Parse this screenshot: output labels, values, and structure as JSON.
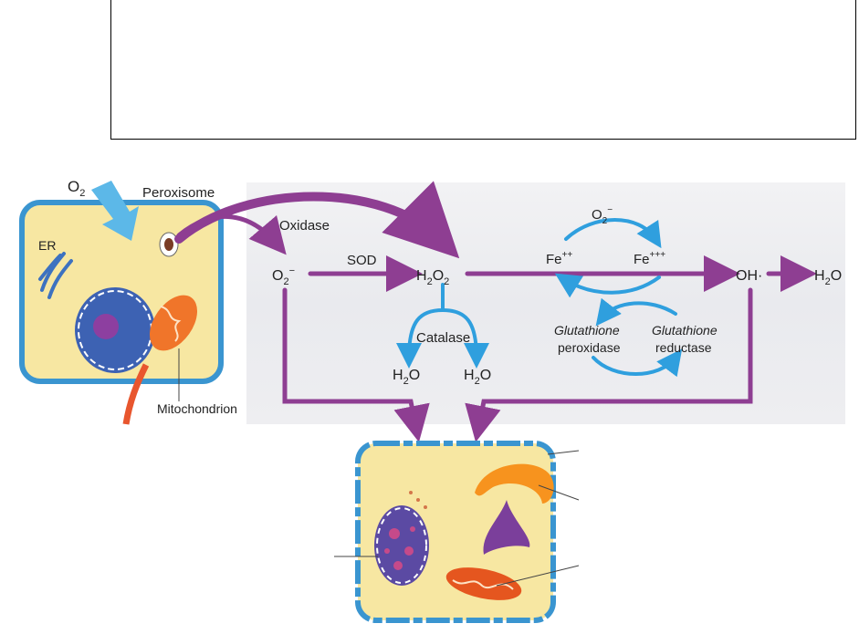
{
  "labels": {
    "o2": "O",
    "o2_sub": "2",
    "peroxisome": "Peroxisome",
    "er": "ER",
    "mitochondrion": "Mitochondrion",
    "oxidase": "Oxidase",
    "superoxide": "O",
    "superoxide_sub": "2",
    "superoxide_sup": "−",
    "sod": "SOD",
    "h2o2_h": "H",
    "h2o2_sub1": "2",
    "h2o2_o": "O",
    "h2o2_sub2": "2",
    "catalase": "Catalase",
    "h2o_a_h": "H",
    "h2o_a_sub": "2",
    "h2o_a_o": "O",
    "h2o_b_h": "H",
    "h2o_b_sub": "2",
    "h2o_b_o": "O",
    "cycle_o2": "O",
    "cycle_o2_sub": "2",
    "cycle_o2_sup": "−",
    "fe2": "Fe",
    "fe2_sup": "++",
    "fe3": "Fe",
    "fe3_sup": "+++",
    "glut_perox_1": "Glutathione",
    "glut_perox_2": "peroxidase",
    "glut_red_1": "Glutathione",
    "glut_red_2": "reductase",
    "hydroxyl": "OH",
    "hydroxyl_dot": "·",
    "h2o_final_h": "H",
    "h2o_final_sub": "2",
    "h2o_final_o": "O"
  },
  "colors": {
    "pathway": "#8e3e92",
    "enzyme_arrow": "#2f9fde",
    "cell_fill": "#f7e7a2",
    "cell_border": "#3a95d0",
    "nucleus": "#3d62b3",
    "mitochondrion": "#f0752a",
    "o2_arrow": "#5cb8e8"
  }
}
